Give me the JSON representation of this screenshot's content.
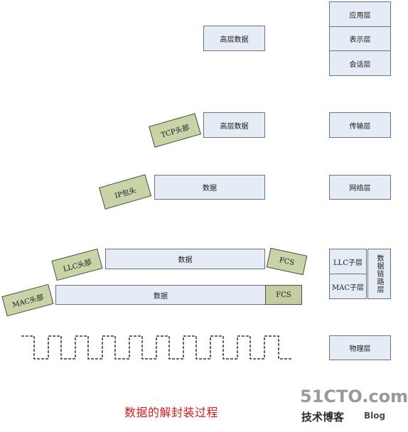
{
  "diagram": {
    "osi_layers": {
      "application": "应用层",
      "presentation": "表示层",
      "session": "会话层",
      "transport": "传输层",
      "network": "网络层",
      "llc_sublayer": "LLC子层",
      "mac_sublayer": "MAC子层",
      "data_link": "数据链路层",
      "physical": "物理层"
    },
    "rows": {
      "upper_data": "高层数据",
      "tcp_header": "TCP头部",
      "tcp_data": "高层数据",
      "ip_header": "IP包头",
      "ip_data": "数据",
      "llc_header": "LLC头部",
      "llc_data": "数据",
      "llc_fcs": "FCS",
      "mac_header": "MAC头部",
      "mac_data": "数据",
      "mac_fcs": "FCS"
    },
    "caption": "数据的解封装过程"
  },
  "watermark": {
    "site": "51CTO.com",
    "tagline": "技术博客",
    "blog": "Blog"
  },
  "colors": {
    "box_fill": "#e6ecf6",
    "header_fill": "#c9d3a8",
    "caption": "#d21c1c"
  }
}
